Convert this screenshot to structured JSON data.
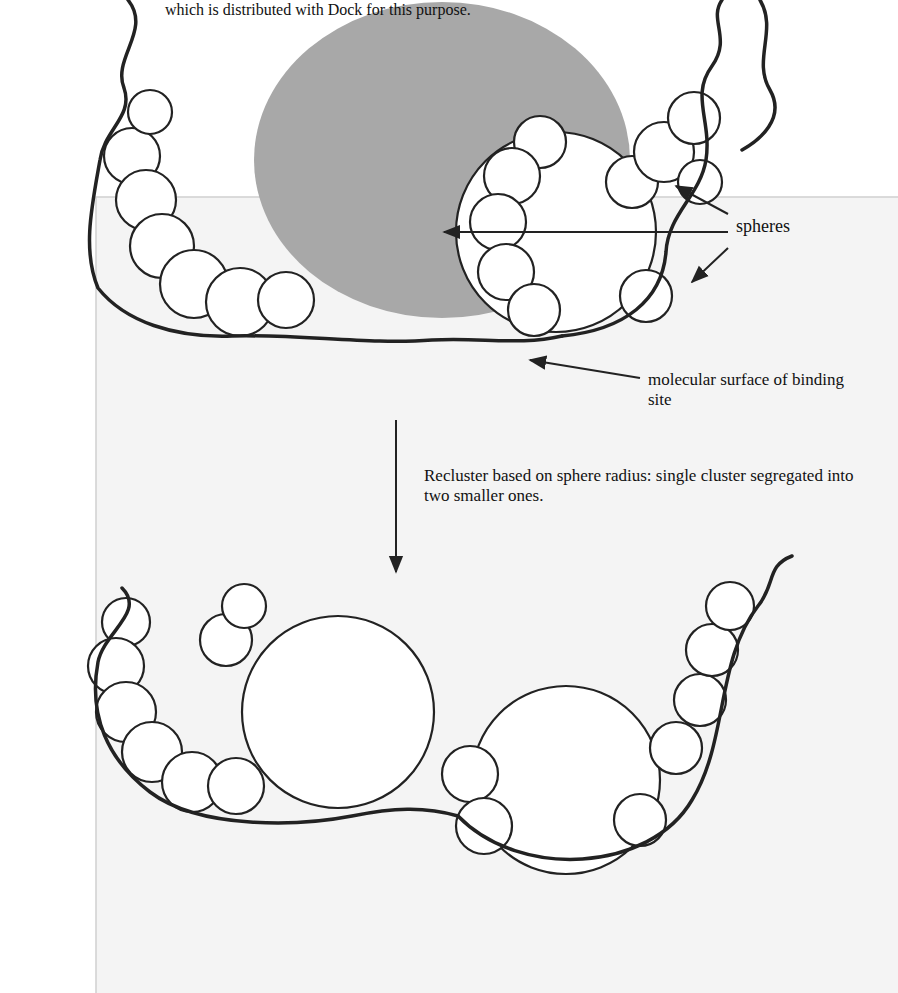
{
  "diagram": {
    "labels": [
      "which is distributed with Dock for this purpose.",
      "spheres",
      "molecular surface of binding site",
      "Recluster based on sphere radius: single cluster segregated into two smaller ones."
    ]
  }
}
